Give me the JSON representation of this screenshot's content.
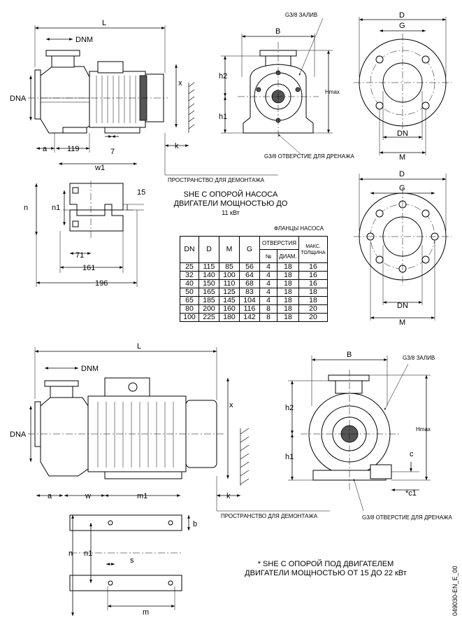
{
  "labels": {
    "L": "L",
    "DNM": "DNM",
    "DNA": "DNA",
    "x": "x",
    "a": "a",
    "n119": "119",
    "n7": "7",
    "k": "k",
    "w1": "w1",
    "n15": "15",
    "n": "n",
    "n1": "n1",
    "n71": "71",
    "n161": "161",
    "n196": "196",
    "B": "B",
    "h2": "h2",
    "h1": "h1",
    "Hmax": "Hmax",
    "D": "D",
    "G": "G",
    "DN": "DN",
    "M": "M",
    "w": "w",
    "m1": "m1",
    "c": "c",
    "c1": "*c1",
    "b": "b",
    "s": "s",
    "m": "m"
  },
  "notes": {
    "fill_top": "G3/8 ЗАЛИВ",
    "drain_top": "G3/8 ОТВЕРСТИЕ ДЛЯ ДРЕНАЖА",
    "space_top": "ПРОСТРАНСТВО ДЛЯ ДЕМОНТАЖА",
    "fill_bottom": "G3/8 ЗАЛИВ",
    "drain_bottom": "G3/8 ОТВЕРСТИЕ ДЛЯ ДРЕНАЖА",
    "space_bottom": "ПРОСТРАНСТВО ДЛЯ ДЕМОНТАЖА",
    "doc_code": "049030-EN_E_00"
  },
  "caption_top": {
    "line1": "SHE С ОПОРОЙ НАСОСА",
    "line2": "ДВИГАТЕЛИ МОЩНОСТЬЮ ДО",
    "line3": "11 кВт"
  },
  "caption_bottom": {
    "line1": "* SHE С ОПОРОЙ ПОД ДВИГАТЕЛЕМ",
    "line2": "ДВИГАТЕЛИ МОЩНОСТЬЮ ОТ 15 ДО 22 кВт"
  },
  "table": {
    "title": "ФЛАНЦЫ НАСОСА",
    "headers": {
      "dn": "DN",
      "d": "D",
      "m": "M",
      "g": "G",
      "holes": "ОТВЕРСТИЯ",
      "count": "№",
      "diam": "ДИАМ.",
      "thick1": "МАКС.",
      "thick2": "ТОЛЩИНА"
    },
    "rows": [
      [
        "25",
        "115",
        "85",
        "56",
        "4",
        "18",
        "16"
      ],
      [
        "32",
        "140",
        "100",
        "64",
        "4",
        "18",
        "16"
      ],
      [
        "40",
        "150",
        "110",
        "68",
        "4",
        "18",
        "16"
      ],
      [
        "50",
        "165",
        "125",
        "83",
        "4",
        "18",
        "18"
      ],
      [
        "65",
        "185",
        "145",
        "104",
        "4",
        "18",
        "18"
      ],
      [
        "80",
        "200",
        "160",
        "116",
        "8",
        "18",
        "20"
      ],
      [
        "100",
        "225",
        "180",
        "142",
        "8",
        "18",
        "20"
      ]
    ]
  }
}
